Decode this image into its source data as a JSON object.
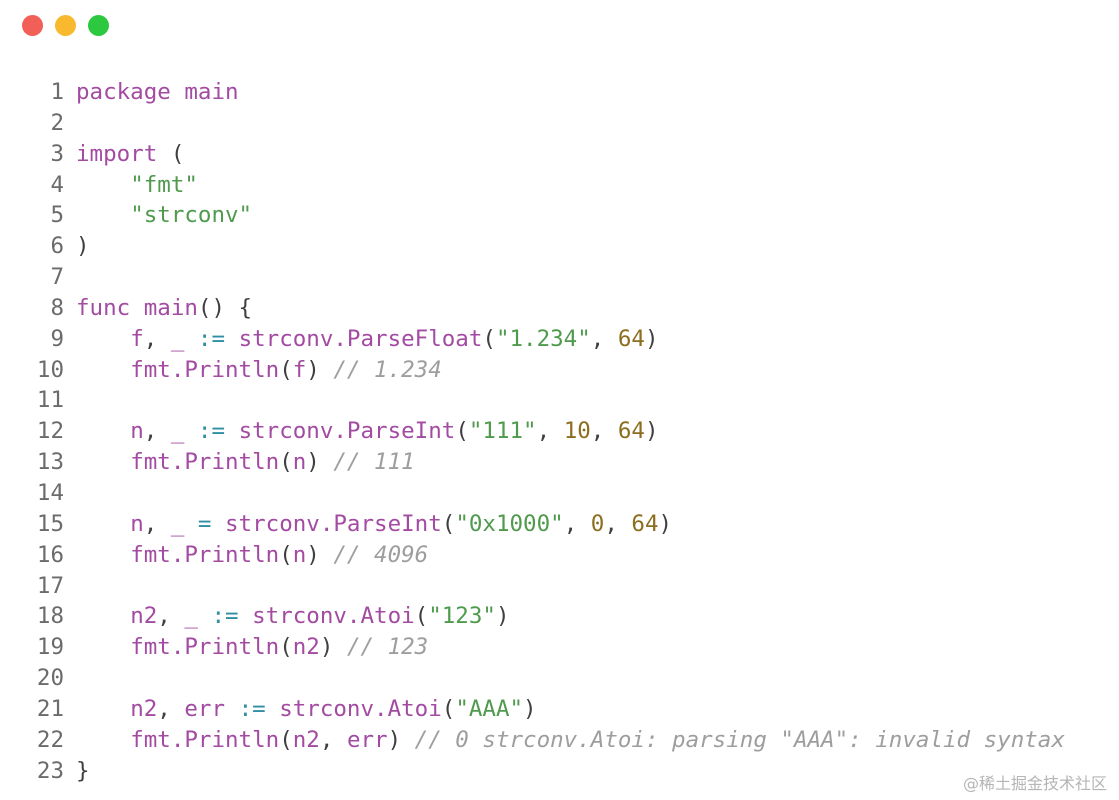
{
  "window": {
    "controls": [
      {
        "name": "close",
        "color": "#f25f57"
      },
      {
        "name": "minimize",
        "color": "#f8b92e"
      },
      {
        "name": "zoom",
        "color": "#2bc840"
      }
    ]
  },
  "colors": {
    "keyword": "#a34ba2",
    "string": "#4f9a4d",
    "number": "#8c6e1e",
    "operator": "#2f8ea4",
    "comment": "#9e9e9e",
    "plain": "#3f3f3f",
    "line_number": "#6b6b6b"
  },
  "code": {
    "lines": [
      {
        "n": "1",
        "tokens": [
          {
            "t": "kw",
            "v": "package"
          },
          {
            "t": "p",
            "v": " "
          },
          {
            "t": "kw",
            "v": "main"
          }
        ]
      },
      {
        "n": "2",
        "tokens": []
      },
      {
        "n": "3",
        "tokens": [
          {
            "t": "kw",
            "v": "import"
          },
          {
            "t": "p",
            "v": " ("
          }
        ]
      },
      {
        "n": "4",
        "tokens": [
          {
            "t": "p",
            "v": "    "
          },
          {
            "t": "str",
            "v": "\"fmt\""
          }
        ]
      },
      {
        "n": "5",
        "tokens": [
          {
            "t": "p",
            "v": "    "
          },
          {
            "t": "str",
            "v": "\"strconv\""
          }
        ]
      },
      {
        "n": "6",
        "tokens": [
          {
            "t": "p",
            "v": ")"
          }
        ]
      },
      {
        "n": "7",
        "tokens": []
      },
      {
        "n": "8",
        "tokens": [
          {
            "t": "kw",
            "v": "func"
          },
          {
            "t": "p",
            "v": " "
          },
          {
            "t": "kw",
            "v": "main"
          },
          {
            "t": "p",
            "v": "() {"
          }
        ]
      },
      {
        "n": "9",
        "tokens": [
          {
            "t": "p",
            "v": "    "
          },
          {
            "t": "kw",
            "v": "f"
          },
          {
            "t": "p",
            "v": ", "
          },
          {
            "t": "kw",
            "v": "_"
          },
          {
            "t": "p",
            "v": " "
          },
          {
            "t": "op",
            "v": ":="
          },
          {
            "t": "p",
            "v": " "
          },
          {
            "t": "kw",
            "v": "strconv.ParseFloat"
          },
          {
            "t": "p",
            "v": "("
          },
          {
            "t": "str",
            "v": "\"1.234\""
          },
          {
            "t": "p",
            "v": ", "
          },
          {
            "t": "num",
            "v": "64"
          },
          {
            "t": "p",
            "v": ")"
          }
        ]
      },
      {
        "n": "10",
        "tokens": [
          {
            "t": "p",
            "v": "    "
          },
          {
            "t": "kw",
            "v": "fmt.Println"
          },
          {
            "t": "p",
            "v": "("
          },
          {
            "t": "kw",
            "v": "f"
          },
          {
            "t": "p",
            "v": ") "
          },
          {
            "t": "cm",
            "v": "// 1.234"
          }
        ]
      },
      {
        "n": "11",
        "tokens": []
      },
      {
        "n": "12",
        "tokens": [
          {
            "t": "p",
            "v": "    "
          },
          {
            "t": "kw",
            "v": "n"
          },
          {
            "t": "p",
            "v": ", "
          },
          {
            "t": "kw",
            "v": "_"
          },
          {
            "t": "p",
            "v": " "
          },
          {
            "t": "op",
            "v": ":="
          },
          {
            "t": "p",
            "v": " "
          },
          {
            "t": "kw",
            "v": "strconv.ParseInt"
          },
          {
            "t": "p",
            "v": "("
          },
          {
            "t": "str",
            "v": "\"111\""
          },
          {
            "t": "p",
            "v": ", "
          },
          {
            "t": "num",
            "v": "10"
          },
          {
            "t": "p",
            "v": ", "
          },
          {
            "t": "num",
            "v": "64"
          },
          {
            "t": "p",
            "v": ")"
          }
        ]
      },
      {
        "n": "13",
        "tokens": [
          {
            "t": "p",
            "v": "    "
          },
          {
            "t": "kw",
            "v": "fmt.Println"
          },
          {
            "t": "p",
            "v": "("
          },
          {
            "t": "kw",
            "v": "n"
          },
          {
            "t": "p",
            "v": ") "
          },
          {
            "t": "cm",
            "v": "// 111"
          }
        ]
      },
      {
        "n": "14",
        "tokens": []
      },
      {
        "n": "15",
        "tokens": [
          {
            "t": "p",
            "v": "    "
          },
          {
            "t": "kw",
            "v": "n"
          },
          {
            "t": "p",
            "v": ", "
          },
          {
            "t": "kw",
            "v": "_"
          },
          {
            "t": "p",
            "v": " "
          },
          {
            "t": "op",
            "v": "="
          },
          {
            "t": "p",
            "v": " "
          },
          {
            "t": "kw",
            "v": "strconv.ParseInt"
          },
          {
            "t": "p",
            "v": "("
          },
          {
            "t": "str",
            "v": "\"0x1000\""
          },
          {
            "t": "p",
            "v": ", "
          },
          {
            "t": "num",
            "v": "0"
          },
          {
            "t": "p",
            "v": ", "
          },
          {
            "t": "num",
            "v": "64"
          },
          {
            "t": "p",
            "v": ")"
          }
        ]
      },
      {
        "n": "16",
        "tokens": [
          {
            "t": "p",
            "v": "    "
          },
          {
            "t": "kw",
            "v": "fmt.Println"
          },
          {
            "t": "p",
            "v": "("
          },
          {
            "t": "kw",
            "v": "n"
          },
          {
            "t": "p",
            "v": ") "
          },
          {
            "t": "cm",
            "v": "// 4096"
          }
        ]
      },
      {
        "n": "17",
        "tokens": []
      },
      {
        "n": "18",
        "tokens": [
          {
            "t": "p",
            "v": "    "
          },
          {
            "t": "kw",
            "v": "n2"
          },
          {
            "t": "p",
            "v": ", "
          },
          {
            "t": "kw",
            "v": "_"
          },
          {
            "t": "p",
            "v": " "
          },
          {
            "t": "op",
            "v": ":="
          },
          {
            "t": "p",
            "v": " "
          },
          {
            "t": "kw",
            "v": "strconv.Atoi"
          },
          {
            "t": "p",
            "v": "("
          },
          {
            "t": "str",
            "v": "\"123\""
          },
          {
            "t": "p",
            "v": ")"
          }
        ]
      },
      {
        "n": "19",
        "tokens": [
          {
            "t": "p",
            "v": "    "
          },
          {
            "t": "kw",
            "v": "fmt.Println"
          },
          {
            "t": "p",
            "v": "("
          },
          {
            "t": "kw",
            "v": "n2"
          },
          {
            "t": "p",
            "v": ") "
          },
          {
            "t": "cm",
            "v": "// 123"
          }
        ]
      },
      {
        "n": "20",
        "tokens": []
      },
      {
        "n": "21",
        "tokens": [
          {
            "t": "p",
            "v": "    "
          },
          {
            "t": "kw",
            "v": "n2"
          },
          {
            "t": "p",
            "v": ", "
          },
          {
            "t": "kw",
            "v": "err"
          },
          {
            "t": "p",
            "v": " "
          },
          {
            "t": "op",
            "v": ":="
          },
          {
            "t": "p",
            "v": " "
          },
          {
            "t": "kw",
            "v": "strconv.Atoi"
          },
          {
            "t": "p",
            "v": "("
          },
          {
            "t": "str",
            "v": "\"AAA\""
          },
          {
            "t": "p",
            "v": ")"
          }
        ]
      },
      {
        "n": "22",
        "tokens": [
          {
            "t": "p",
            "v": "    "
          },
          {
            "t": "kw",
            "v": "fmt.Println"
          },
          {
            "t": "p",
            "v": "("
          },
          {
            "t": "kw",
            "v": "n2"
          },
          {
            "t": "p",
            "v": ", "
          },
          {
            "t": "kw",
            "v": "err"
          },
          {
            "t": "p",
            "v": ") "
          },
          {
            "t": "cm",
            "v": "// 0 strconv.Atoi: parsing \"AAA\": invalid syntax"
          }
        ]
      },
      {
        "n": "23",
        "tokens": [
          {
            "t": "p",
            "v": "}"
          }
        ]
      }
    ]
  },
  "watermark": "@稀土掘金技术社区"
}
